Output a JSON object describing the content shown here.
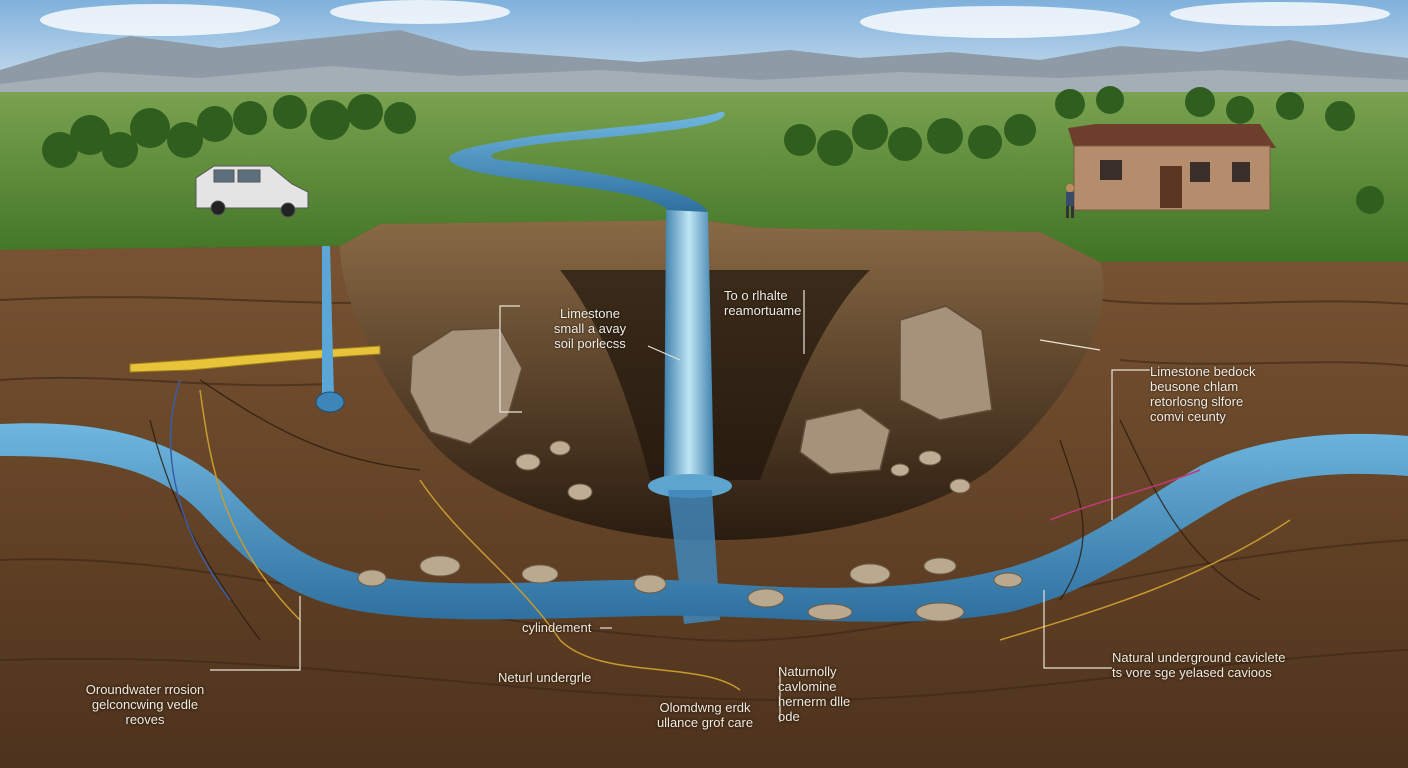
{
  "labels": {
    "limestone_small_voids": "Limestone\nsmall a avay\nsoil porlecss",
    "top_label": "To o rlhalte\nreamortuame",
    "limestone_bedrock": "Limestone bedock\nbeusone chlam\nretorlosng slfore\ncomvi ceunty",
    "cylindement": "cylindement",
    "natural_undergrade": "Neturl undergrle",
    "groundwater_erosion": "Oroundwater rrosion\ngelconcwing vedle\nreoves",
    "overlapping_side": "Olomdwng erdk\nullance grof care",
    "naturally_caverns": "Naturnolly\ncavlomine\nhernerm dlle\node",
    "natural_underground_cavities": "Natural underground caviclete\nts vore sge yelased cavioos"
  },
  "colors": {
    "sky_top": "#7fb1dc",
    "sky_bottom": "#d8e7f2",
    "grass": "#4f8a2b",
    "soil": "#6e4a2c",
    "water": "#3f86b8",
    "water_light": "#7ec3e6",
    "yellow_pipe": "#e8c43a",
    "rock": "#b5a489"
  }
}
